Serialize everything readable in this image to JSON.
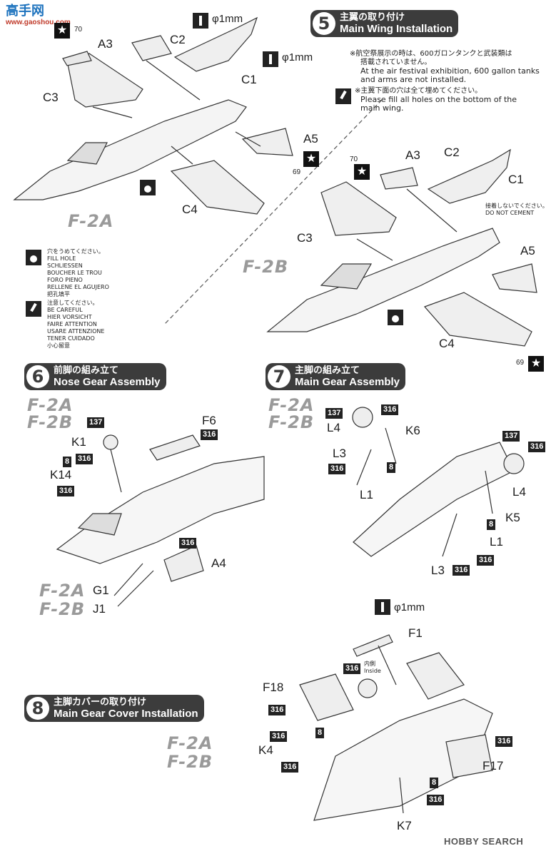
{
  "watermark_top": {
    "site": "高手网",
    "url": "www.gaoshou.com"
  },
  "watermark_bottom": "HOBBY SEARCH",
  "step5": {
    "number": "5",
    "title_jp": "主翼の取り付け",
    "title_en": "Main Wing Installation",
    "note1_jp_a": "※航空祭展示の時は、600ガロンタンクと武装類は",
    "note1_jp_b": "搭載されていません。",
    "note1_en_a": "At the air festival exhibition, 600 gallon tanks",
    "note1_en_b": "and arms are not installed.",
    "note2_jp": "※主翼下面の穴は全て埋めてください。",
    "note2_en_a": "Please fill all holes on the bottom of the",
    "note2_en_b": "main wing.",
    "do_not_cement_jp": "接着しないでください。",
    "do_not_cement_en": "DO NOT CEMENT",
    "hole_1mm_a": "φ1mm",
    "hole_1mm_b": "φ1mm",
    "f2a": "F-2A",
    "f2b": "F-2B",
    "parts_a": [
      "A3",
      "C2",
      "C1",
      "C3",
      "A5",
      "C4"
    ],
    "parts_b": [
      "A3",
      "C2",
      "C1",
      "C3",
      "A5",
      "C4"
    ],
    "decal_70a": "70",
    "decal_69a": "69",
    "decal_70b": "70",
    "decal_69b": "69"
  },
  "legend": {
    "fill_hole": [
      "穴をうめてください。",
      "FILL HOLE",
      "SCHLIESSEN",
      "BOUCHER LE TROU",
      "FORO PIENO",
      "RELLENE EL AGUJERO",
      "把孔填平"
    ],
    "careful": [
      "注意してください。",
      "BE CAREFUL",
      "HIER VORSICHT",
      "FAIRE ATTENTION",
      "USARE ATTENZIONE",
      "TENER CUIDADO",
      "小心留意"
    ]
  },
  "step6": {
    "number": "6",
    "title_jp": "前脚の組み立て",
    "title_en": "Nose Gear Assembly",
    "f2a": "F-2A",
    "f2b": "F-2B",
    "f2a_2": "F-2A",
    "f2b_2": "F-2B",
    "parts": {
      "k1": "K1",
      "k14": "K14",
      "f6": "F6",
      "a4": "A4",
      "g1": "G1",
      "j1": "J1"
    },
    "codes": {
      "c137": "137",
      "c316a": "316",
      "c8": "8",
      "c316b": "316",
      "c316c": "316",
      "c316d": "316"
    }
  },
  "step7": {
    "number": "7",
    "title_jp": "主脚の組み立て",
    "title_en": "Main Gear Assembly",
    "f2a": "F-2A",
    "f2b": "F-2B",
    "parts": {
      "l4a": "L4",
      "k6": "K6",
      "l3a": "L3",
      "l1a": "L1",
      "l4b": "L4",
      "k5": "K5",
      "l1b": "L1",
      "l3b": "L3"
    },
    "codes": {
      "c137a": "137",
      "c316a": "316",
      "c316b": "316",
      "c8a": "8",
      "c137b": "137",
      "c316c": "316",
      "c8b": "8",
      "c316d": "316",
      "c316e": "316"
    }
  },
  "step8": {
    "number": "8",
    "title_jp": "主脚カバーの取り付け",
    "title_en": "Main Gear Cover Installation",
    "f2a": "F-2A",
    "f2b": "F-2B",
    "hole": "φ1mm",
    "inside_jp": "内側",
    "inside_en": "Inside",
    "parts": {
      "f1": "F1",
      "f18": "F18",
      "k4": "K4",
      "f17": "F17",
      "k7": "K7"
    },
    "codes": {
      "c316a": "316",
      "c316b": "316",
      "c316c": "316",
      "c8a": "8",
      "c316d": "316",
      "c316e": "316",
      "c8b": "8",
      "c316f": "316"
    }
  }
}
